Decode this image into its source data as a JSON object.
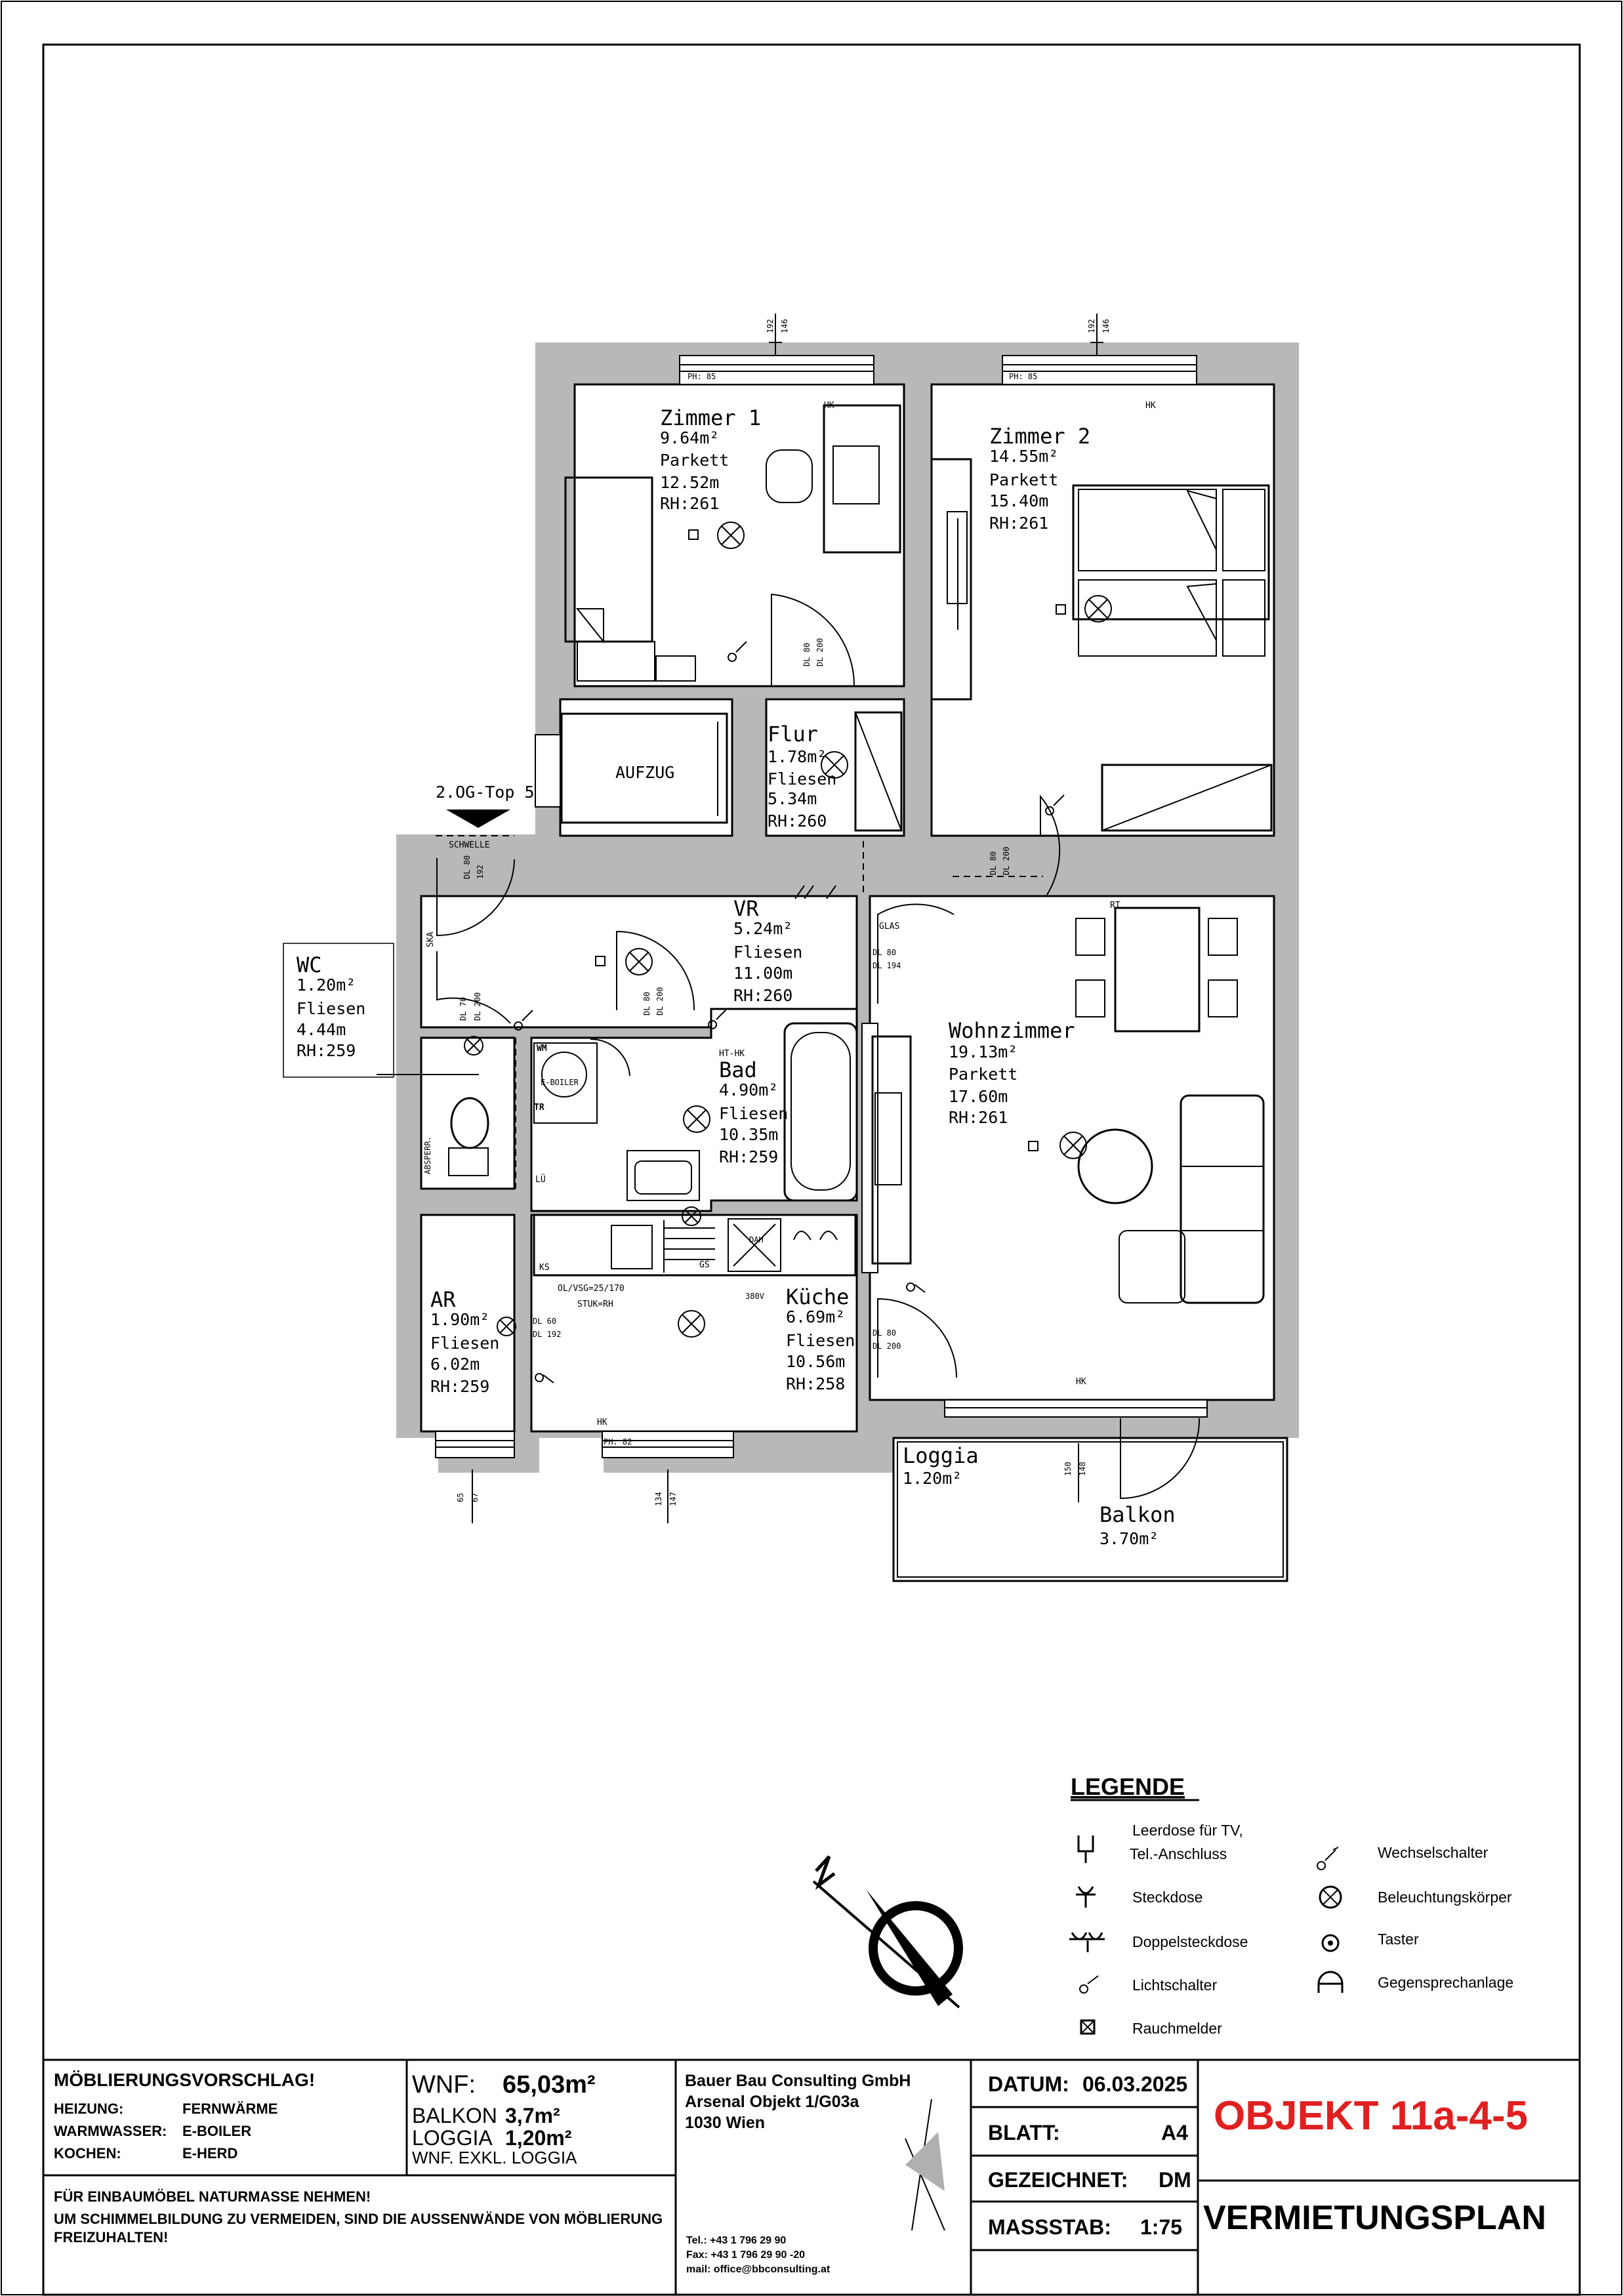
{
  "plan": {
    "rooms": {
      "zimmer1": {
        "name": "Zimmer 1",
        "area": "9.64m²",
        "floor": "Parkett",
        "perimeter": "12.52m",
        "height": "RH:261"
      },
      "zimmer2": {
        "name": "Zimmer 2",
        "area": "14.55m²",
        "floor": "Parkett",
        "perimeter": "15.40m",
        "height": "RH:261"
      },
      "flur": {
        "name": "Flur",
        "area": "1.78m²",
        "floor": "Fliesen",
        "perimeter": "5.34m",
        "height": "RH:260"
      },
      "vr": {
        "name": "VR",
        "area": "5.24m²",
        "floor": "Fliesen",
        "perimeter": "11.00m",
        "height": "RH:260"
      },
      "wc": {
        "name": "WC",
        "area": "1.20m²",
        "floor": "Fliesen",
        "perimeter": "4.44m",
        "height": "RH:259"
      },
      "bad": {
        "name": "Bad",
        "area": "4.90m²",
        "floor": "Fliesen",
        "perimeter": "10.35m",
        "height": "RH:259"
      },
      "wohnzimmer": {
        "name": "Wohnzimmer",
        "area": "19.13m²",
        "floor": "Parkett",
        "perimeter": "17.60m",
        "height": "RH:261"
      },
      "kueche": {
        "name": "Küche",
        "area": "6.69m²",
        "floor": "Fliesen",
        "perimeter": "10.56m",
        "height": "RH:258"
      },
      "ar": {
        "name": "AR",
        "area": "1.90m²",
        "floor": "Fliesen",
        "perimeter": "6.02m",
        "height": "RH:259"
      },
      "loggia": {
        "name": "Loggia",
        "area": "1.20m²"
      },
      "balkon": {
        "name": "Balkon",
        "area": "3.70m²"
      }
    },
    "labels": {
      "aufzug": "AUFZUG",
      "top": "2.OG-Top 5",
      "schwelle": "SCHWELLE",
      "glas": "GLAS",
      "hk": "HK",
      "ht_hk": "HT-HK",
      "rt": "RT",
      "ska": "SKA",
      "wm": "WM",
      "eboiler": "E-BOILER",
      "tr": "TR",
      "lue": "LÜ",
      "ks": "KS",
      "gs": "GS",
      "dah": "DAH",
      "v380": "380V",
      "olvsg": "OL/VSG=25/170",
      "stuk": "STUK=RH",
      "absperr": "ABSPERR."
    },
    "dims": {
      "ph85": "PH: 85",
      "ph82": "PH: 82",
      "d192": "192",
      "d146": "146",
      "d65": "65",
      "d67": "67",
      "d134": "134",
      "d147": "147",
      "d150": "150",
      "d148": "148",
      "dl80": "DL 80",
      "dl70": "DL 70",
      "dl60": "DL 60",
      "dl200": "DL 200",
      "dl192": "DL 192",
      "dl194": "DL 194"
    }
  },
  "legend": {
    "title": "LEGENDE",
    "items": {
      "leerdose_1": "Leerdose für TV,",
      "leerdose_2": "Tel.-Anschluss",
      "steckdose": "Steckdose",
      "doppelsteckdose": "Doppelsteckdose",
      "lichtschalter": "Lichtschalter",
      "rauchmelder": "Rauchmelder",
      "wechselschalter": "Wechselschalter",
      "beleuchtung": "Beleuchtungskörper",
      "taster": "Taster",
      "gegensprech": "Gegensprechanlage"
    }
  },
  "titleblock": {
    "moeblierung": "MÖBLIERUNGSVORSCHLAG!",
    "heizung_k": "HEIZUNG:",
    "heizung_v": "FERNWÄRME",
    "warmwasser_k": "WARMWASSER:",
    "warmwasser_v": "E-BOILER",
    "kochen_k": "KOCHEN:",
    "kochen_v": "E-HERD",
    "note1": "FÜR EINBAUMÖBEL NATURMASSE NEHMEN!",
    "note2": "UM SCHIMMELBILDUNG ZU VERMEIDEN, SIND DIE AUSSENWÄNDE VON MÖBLIERUNG",
    "note3": "FREIZUHALTEN!",
    "wnf_k": "WNF:",
    "wnf_v": "65,03m²",
    "balkon_k": "BALKON",
    "balkon_v": "3,7m²",
    "loggia_k": "LOGGIA",
    "loggia_v": "1,20m²",
    "wnf_note": "WNF. EXKL. LOGGIA",
    "company1": "Bauer Bau Consulting GmbH",
    "company2": "Arsenal Objekt 1/G03a",
    "company3": "1030 Wien",
    "tel": "Tel.: +43 1 796 29 90",
    "fax": "Fax: +43 1 796 29 90 -20",
    "mail": "mail: office@bbconsulting.at",
    "datum_k": "DATUM:",
    "datum_v": "06.03.2025",
    "blatt_k": "BLATT:",
    "blatt_v": "A4",
    "gez_k": "GEZEICHNET:",
    "gez_v": "DM",
    "mass_k": "MASSSTAB:",
    "mass_v": "1:75",
    "objekt": "OBJEKT 11a-4-5",
    "vermietung": "VERMIETUNGSPLAN"
  },
  "colors": {
    "accent": "#e02020",
    "wall": "#b8b8b8"
  }
}
